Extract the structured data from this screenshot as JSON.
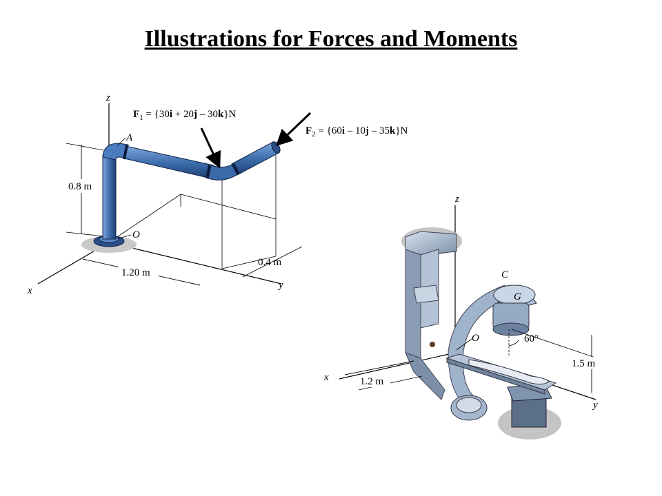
{
  "slide": {
    "title": "Illustrations for Forces and Moments"
  },
  "figure1": {
    "axis_x": "x",
    "axis_y": "y",
    "axis_z": "z",
    "point_a": "A",
    "point_o": "O",
    "dim_height": "0.8 m",
    "dim_length": "1.20 m",
    "dim_depth": "0.4 m",
    "force1": {
      "sym": "F",
      "sub": "1",
      "eq": " = {30",
      "i1": "i",
      "t1": " + 20",
      "j1": "j",
      "t2": " – 30",
      "k1": "k",
      "t3": "}N"
    },
    "force2": {
      "sym": "F",
      "sub": "2",
      "eq": " = {60",
      "i1": "i",
      "t1": " – 10",
      "j1": "j",
      "t2": " – 35",
      "k1": "k",
      "t3": "}N"
    }
  },
  "figure2": {
    "axis_x": "x",
    "axis_y": "y",
    "axis_z": "z",
    "point_c": "C",
    "point_g": "G",
    "point_o": "O",
    "angle": "60°",
    "dim_length": "1.2 m",
    "dim_height": "1.5 m"
  },
  "colors": {
    "pipe": "#3f6fae",
    "pipe_dark": "#1d3f73",
    "machine": "#a9b9cc",
    "machine_dark": "#6f839c",
    "shadow": "#c7c7c7"
  }
}
